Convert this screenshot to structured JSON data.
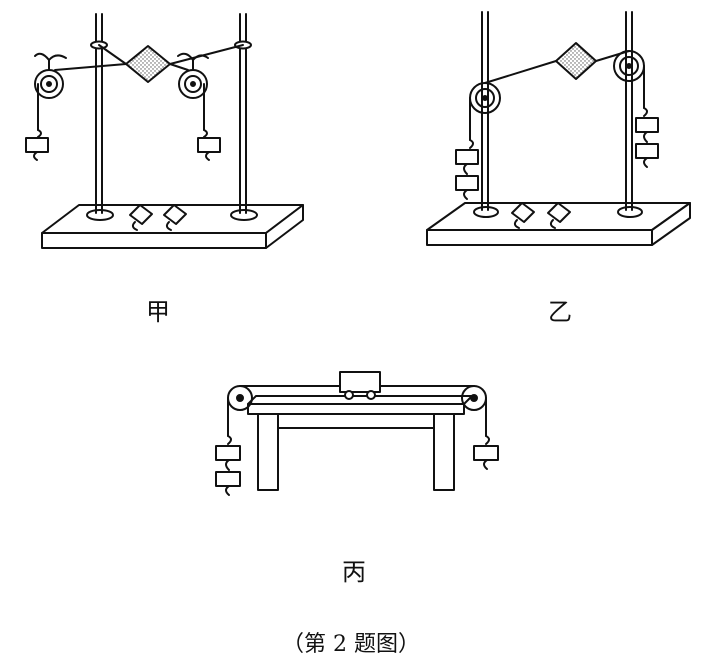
{
  "labels": {
    "jia": "甲",
    "yi": "乙",
    "bing": "丙",
    "caption": "（第 2 题图）"
  },
  "colors": {
    "ink": "#111111",
    "board": "#ffffff"
  }
}
